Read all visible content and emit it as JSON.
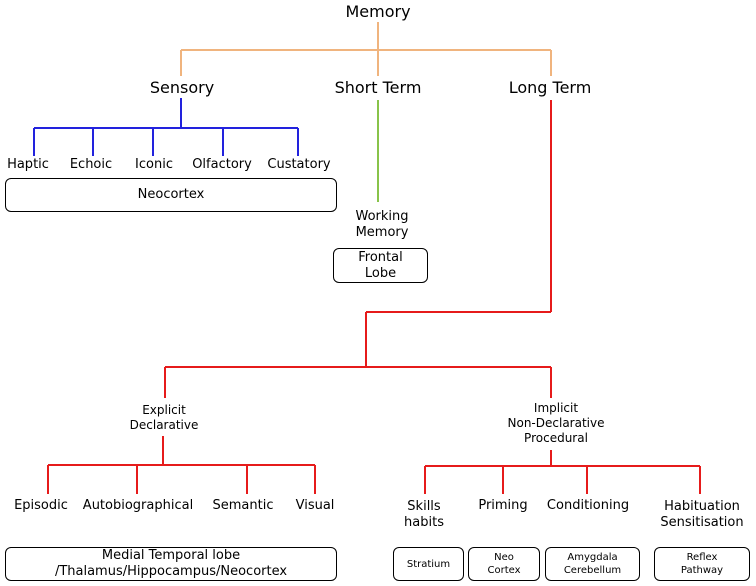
{
  "root": "Memory",
  "branches": {
    "sensory": "Sensory",
    "short_term": "Short Term",
    "long_term": "Long Term"
  },
  "sensory_types": [
    "Haptic",
    "Echoic",
    "Iconic",
    "Olfactory",
    "Custatory"
  ],
  "sensory_region": "Neocortex",
  "working_memory": "Working\nMemory",
  "working_region": "Frontal\nLobe",
  "explicit": "Explicit\nDeclarative",
  "implicit": "Implicit\nNon-Declarative\nProcedural",
  "explicit_types": [
    "Episodic",
    "Autobiographical",
    "Semantic",
    "Visual"
  ],
  "explicit_region": "Medial Temporal lobe\n/Thalamus/Hippocampus/Neocortex",
  "implicit_types": [
    "Skills\nhabits",
    "Priming",
    "Conditioning",
    "Habituation\nSensitisation"
  ],
  "implicit_regions": [
    "Stratium",
    "Neo\nCortex",
    "Amygdala\nCerebellum",
    "Reflex\nPathway"
  ],
  "colors": {
    "root_links": "#f0b47e",
    "sensory_links": "#2222dd",
    "short_term_links": "#88c34a",
    "long_term_links": "#e61b1b"
  }
}
